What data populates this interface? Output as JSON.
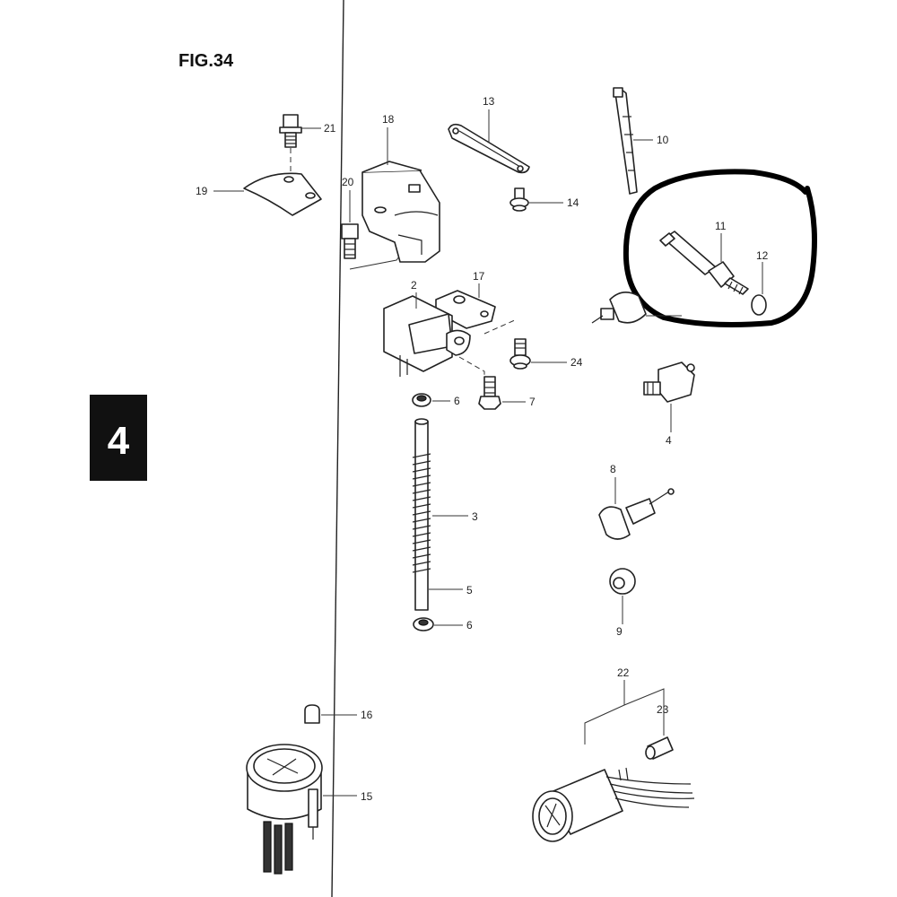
{
  "figure": {
    "title": "FIG.34",
    "section": "4"
  },
  "callouts": {
    "c1": "2",
    "c2": "3",
    "c3": "4",
    "c4": "5",
    "c5": "6",
    "c6": "6",
    "c7": "7",
    "c8": "8",
    "c9": "9",
    "c10": "10",
    "c11": "11",
    "c12": "12",
    "c13": "13",
    "c14": "14",
    "c15": "15",
    "c16": "16",
    "c17": "17",
    "c18": "18",
    "c19": "19",
    "c20": "20",
    "c21": "21",
    "c22": "22",
    "c23": "23",
    "c24": "24"
  }
}
